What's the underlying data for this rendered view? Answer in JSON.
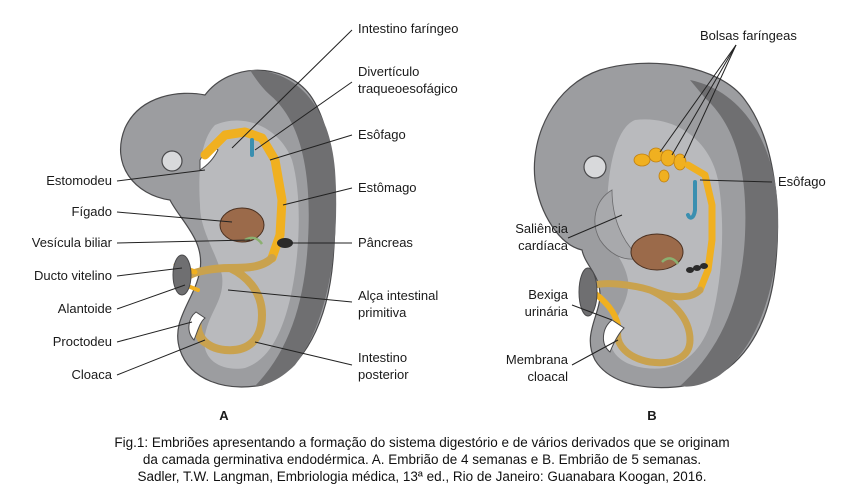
{
  "panel_a": {
    "letter": "A",
    "labels": {
      "intestino_faringeo": "Intestino faríngeo",
      "diverticulo_1": "Divertículo",
      "diverticulo_2": "traqueoesofágico",
      "esofago": "Esôfago",
      "estomago": "Estômago",
      "pancreas": "Pâncreas",
      "alca_1": "Alça intestinal",
      "alca_2": "primitiva",
      "intestino_post_1": "Intestino",
      "intestino_post_2": "posterior",
      "estomodeu": "Estomodeu",
      "figado": "Fígado",
      "vesicula": "Vesícula biliar",
      "ducto": "Ducto vitelino",
      "alantoide": "Alantoide",
      "proctodeu": "Proctodeu",
      "cloaca": "Cloaca"
    }
  },
  "panel_b": {
    "letter": "B",
    "labels": {
      "bolsas": "Bolsas faríngeas",
      "esofago": "Esôfago",
      "saliencia_1": "Saliência",
      "saliencia_2": "cardíaca",
      "bexiga_1": "Bexiga",
      "bexiga_2": "urinária",
      "membrana_1": "Membrana",
      "membrana_2": "cloacal"
    }
  },
  "caption": {
    "line1": "Fig.1: Embriões apresentando a formação do sistema digestório e de vários derivados que se originam",
    "line2": "da camada germinativa endodérmica. A. Embrião de 4 semanas e B. Embrião de 5 semanas.",
    "line3": "Sadler, T.W. Langman, Embriologia médica, 13ª ed., Rio de Janeiro: Guanabara Koogan, 2016."
  },
  "colors": {
    "body_dark": "#6f6f71",
    "body_light": "#b9babd",
    "body_mid": "#9c9da0",
    "gut_gold": "#f0b020",
    "gut_olive": "#c9a24e",
    "liver": "#9b6a4a",
    "trachea_blue": "#3a8fb0",
    "pancreas": "#2a2a2a"
  }
}
